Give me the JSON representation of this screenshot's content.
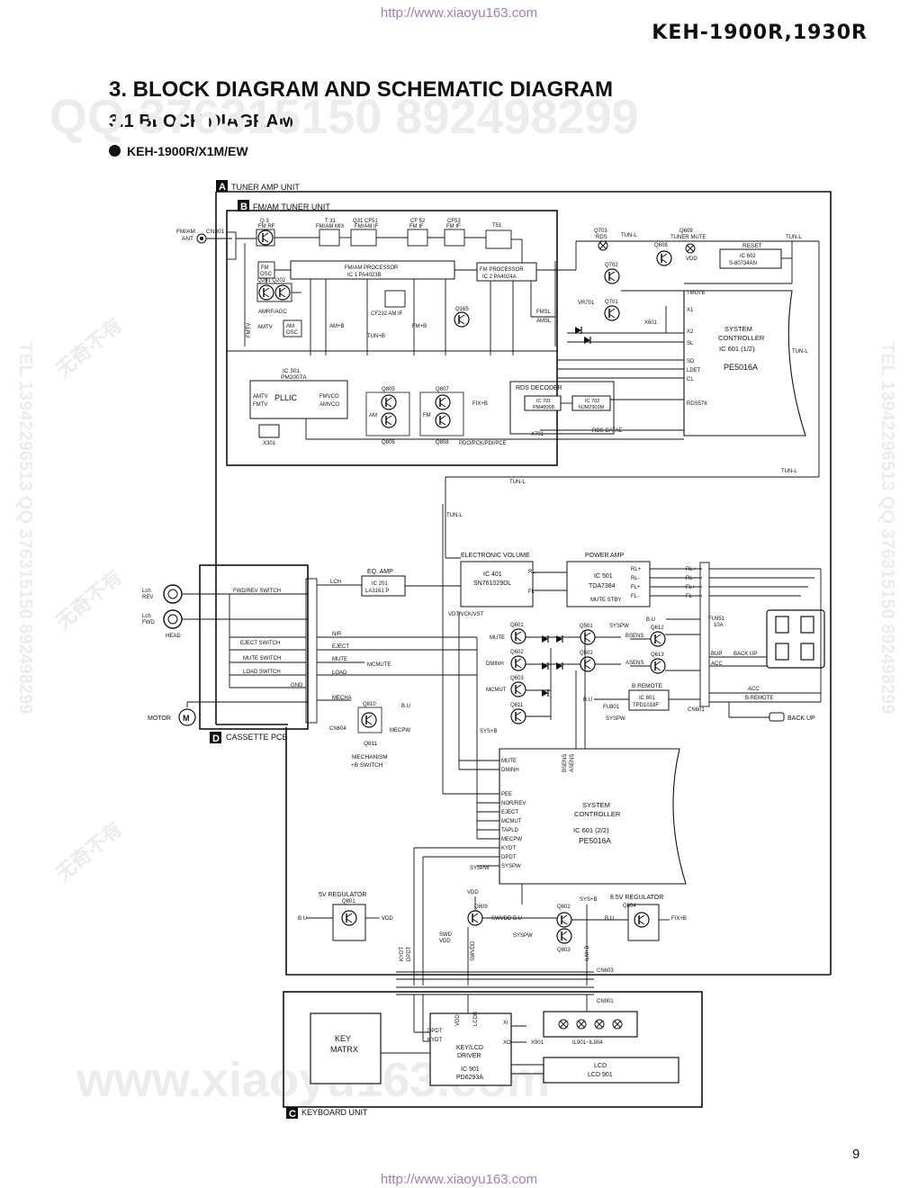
{
  "watermark": {
    "url": "http://www.xiaoyu163.com",
    "qq": "QQ 376315150   892498299",
    "tel": "TEL 13942296513  QQ 376315150  892498299",
    "www": "www.xiaoyu163.com",
    "cn": "无奇不有"
  },
  "header": {
    "model": "KEH-1900R,1930R"
  },
  "headings": {
    "h1": "3. BLOCK DIAGRAM AND SCHEMATIC DIAGRAM",
    "h2": "3.1 BLOCK DIAGRAM",
    "h3": "KEH-1900R/X1M/EW"
  },
  "page_number": "9",
  "units": {
    "A": {
      "letter": "A",
      "label": "TUNER  AMP  UNIT"
    },
    "B": {
      "letter": "B",
      "label": "FM/AM  TUNER  UNIT"
    },
    "C": {
      "letter": "C",
      "label": "KEYBOARD  UNIT"
    },
    "D": {
      "letter": "D",
      "label": "CASSETTE  PCB"
    }
  },
  "blocks": {
    "fmam_processor": [
      "FM/AM PROCESSOR",
      "IC 1  PA4023B"
    ],
    "fm_processor": [
      "FM PROCESSOR",
      "IC 2  PA4024A"
    ],
    "system_controller_1": [
      "SYSTEM",
      "CONTROLLER",
      "IC 601 (1/2)",
      "PE5016A"
    ],
    "system_controller_2": [
      "SYSTEM",
      "CONTROLLER",
      "IC 601 (2/2)",
      "PE5016A"
    ],
    "pll_ic": [
      "IC 301",
      "PM2007A",
      "PLLIC"
    ],
    "reset_ic": [
      "RESET",
      "IC 602",
      "S-80734AN"
    ],
    "rds_decoder": "RDS DECODER",
    "ic701": [
      "IC 701",
      "PM4006B"
    ],
    "ic702": [
      "IC 702",
      "NJM2903M"
    ],
    "electronic_volume": [
      "ELECTRONIC VOLUME",
      "IC 401",
      "SN761029DL"
    ],
    "power_amp": [
      "POWER AMP",
      "IC 501",
      "TDA7384"
    ],
    "eq_amp": [
      "EQ. AMP",
      "IC 201",
      "LA3161 P"
    ],
    "b_remote": [
      "B REMOTE",
      "IC 801",
      "TPD1018F"
    ],
    "key_lcd_driver": [
      "KEY/LCD",
      "DRIVER",
      "IC 901",
      "PD6293A"
    ],
    "key_matrix": [
      "KEY",
      "MATRX"
    ],
    "lcd": [
      "LCD",
      "LCD 901"
    ],
    "reg5v": [
      "5V REGULATOR",
      "Q801"
    ],
    "reg85v": [
      "8.5V REGULATOR",
      "Q804"
    ],
    "mechanism": [
      "Q811",
      "MECHANISM",
      "+B SWITCH"
    ]
  },
  "labels": {
    "fm_am_ant": [
      "FM/AM",
      "ANT"
    ],
    "cn301": "CN301",
    "cn601": "CN601",
    "cn603": "CN603",
    "cn604": "CN604",
    "cn901": "CN901",
    "x301": "X301",
    "x601": "X601",
    "x701": "X701",
    "x901": "X901",
    "q3": [
      "Q 3",
      "FM RF"
    ],
    "t31": [
      "T 31",
      "FM/AM MIX"
    ],
    "q31": [
      "Q31  CF51",
      "FM/AM IF"
    ],
    "cf52": [
      "CF 52",
      "FM  IF"
    ],
    "cf53": [
      "CF53",
      "FM  IF"
    ],
    "t51": "T51",
    "fm_osc": [
      "FM",
      "OSC"
    ],
    "am_osc": [
      "AM",
      "OSC"
    ],
    "amtv": "AMTV",
    "fmtv": "FMTV",
    "q201": "Q201  Q202",
    "amrf": "AMRF/AGC",
    "cf232": "CF232  AM IF",
    "q165": "Q165",
    "q703": [
      "Q703",
      "RDS"
    ],
    "q609": [
      "Q609",
      "TUNER MUTE"
    ],
    "q608": "Q608",
    "q702": "Q702",
    "q701": "Q701",
    "vr701": "VR701",
    "tun_l": "TUN-L",
    "tun_b": "TUN+B",
    "am_b": "AM+B",
    "fm_b": "FM+B",
    "fix_b": "FIX+B",
    "vdd": "VDD",
    "tmute": "TMUTE",
    "rds57k": "RDS57K",
    "rds_datae": "RDS DATAE",
    "pdo_bus": "PDO/PCK/PDI/PCE",
    "x1": "X1",
    "x2": "X2",
    "sl": "SL",
    "sd": "SD",
    "ldet": "LDET",
    "cl": "CL",
    "fmsl": "FMSL",
    "amsl": "AMSL",
    "q805": "Q805",
    "q807": "Q807",
    "q806": "Q806",
    "q808": "Q808",
    "am": "AM",
    "fm": "FM",
    "fmvco": "FMVCO",
    "amvco": "AMVCO",
    "lch_rev": [
      "Lch",
      "REV"
    ],
    "lch_fwd": [
      "Lch",
      "FWD"
    ],
    "head": "HEAD",
    "motor": "MOTOR",
    "fwd_rev_switch": "FWD/REV SWITCH",
    "eject_switch": "EJECT SWITCH",
    "mute_switch": "MUTE SWITCH",
    "load_switch": "LOAD SWITCH",
    "gnd": "GND",
    "lch": "LCH",
    "nr": "N/R",
    "eject": "EJECT",
    "mute": "MUTE",
    "load": "LOAD",
    "mecha": "MECHA",
    "mcmute": "MCMUTE",
    "q810": "Q810",
    "mecpw": "MECPW",
    "bu": "B.U",
    "rl_minus": "RL-",
    "rl_plus": "RL+",
    "fl_plus": "FL+",
    "fl_minus": "FL-",
    "rl": "RL",
    "fl": "FL",
    "mute_stby": "MUTE STBY",
    "vdt_bus": "VDT/VCK/VST",
    "sys_pw": "SYSPW",
    "sys_b": "SYS+B",
    "q601": "Q601",
    "q602": "Q602",
    "q603": "Q603",
    "q611": "Q611",
    "q501": "Q501",
    "q502": "Q502",
    "q612": "Q612",
    "q613": "Q613",
    "dminh": "DMINH",
    "mcmut": "MCMUT",
    "bsens": "BSENS",
    "asens": "ASENS",
    "fu951": [
      "FU951",
      "10A"
    ],
    "fu801": "FU801",
    "bup": "BUP",
    "acc": "ACC",
    "back_up": "BACK UP",
    "b_remote_out": "B.REMOTE",
    "pin_mute": "MUTE",
    "pin_dminh": "DMINH",
    "pins_ctrl2": [
      "PEE",
      "NOR/REV",
      "EJECT",
      "MCMUT",
      "TAPLD",
      "MECPW",
      "KYDT",
      "DPDT",
      "SYSPW"
    ],
    "swvdd": "SWVDD",
    "q809": "Q809",
    "q802": "Q802",
    "q803": "Q803",
    "swd_vdd": [
      "SWD",
      "VDD"
    ],
    "kydt": "KYDT",
    "dpdt": "DPDT",
    "ilm_b": "ILM+B",
    "il901": "IL901~IL904",
    "lcdb": "LCDB",
    "xi": "XI",
    "xo": "XO"
  }
}
